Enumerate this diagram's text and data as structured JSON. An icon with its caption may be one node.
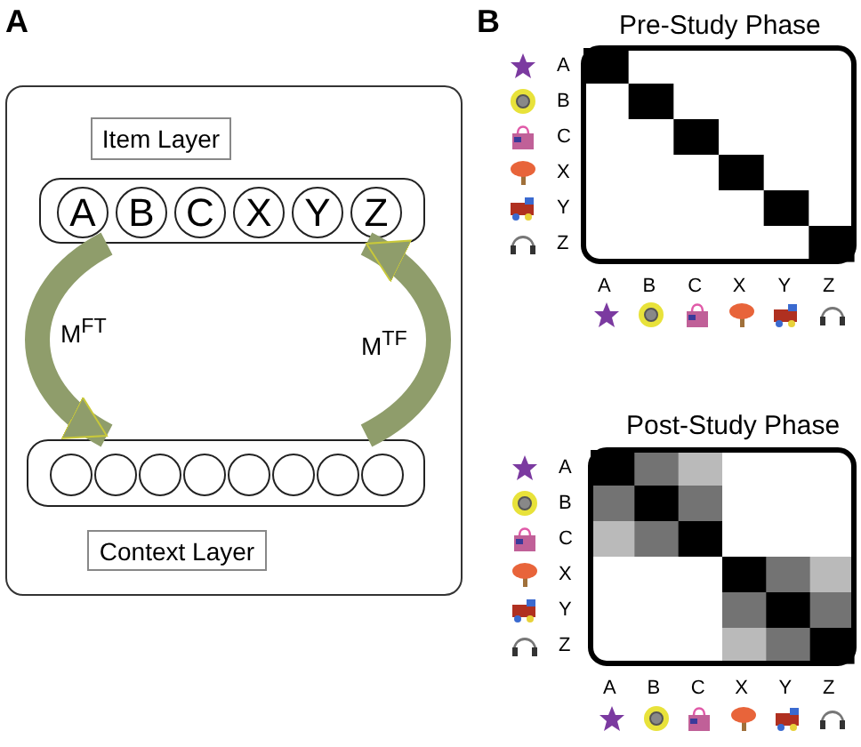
{
  "diagram": {
    "nodes": [
      {
        "text": [],
        "shape": "box"
      },
      {
        "text": [
          "Item Layer"
        ],
        "in": 0
      },
      {
        "text": [],
        "shape": "box",
        "in": 0
      },
      {
        "text": [
          "A"
        ],
        "in": 2
      },
      {
        "text": [
          "B"
        ],
        "in": 2
      },
      {
        "text": [
          "C"
        ],
        "in": 2
      },
      {
        "text": [
          "X"
        ],
        "in": 2
      },
      {
        "text": [
          "Y"
        ],
        "in": 2
      },
      {
        "text": [
          "Z"
        ],
        "in": 2
      },
      {
        "text": [],
        "shape": "box",
        "in": 0
      },
      {
        "text": [],
        "shape": "circle",
        "in": 9
      },
      {
        "text": [],
        "shape": "circle",
        "in": 9
      },
      {
        "text": [],
        "shape": "circle",
        "in": 9
      },
      {
        "text": [],
        "shape": "circle",
        "in": 9
      },
      {
        "text": [],
        "shape": "circle",
        "in": 9
      },
      {
        "text": [],
        "shape": "circle",
        "in": 9
      },
      {
        "text": [],
        "shape": "circle",
        "in": 9
      },
      {
        "text": [],
        "shape": "circle",
        "in": 9
      },
      {
        "text": [
          "Context Layer"
        ],
        "in": 0
      }
    ],
    "edges": [
      {
        "from": 2,
        "to": 9,
        "arrow": "to",
        "label": "M$^{FT}$"
      },
      {
        "from": 9,
        "to": 2,
        "arrow": "to",
        "label": "M$^{TF}$"
      }
    ],
    "labels": [
      "A",
      "B",
      "Pre-Study Phase",
      "A",
      "B",
      "C",
      "X",
      "Y",
      "Z",
      "A",
      "B",
      "C",
      "X",
      "Y",
      "Z",
      "Post-Study Phase",
      "A",
      "B",
      "C",
      "X",
      "Y",
      "Z",
      "A",
      "B",
      "C",
      "X",
      "Y",
      "Z"
    ]
  }
}
